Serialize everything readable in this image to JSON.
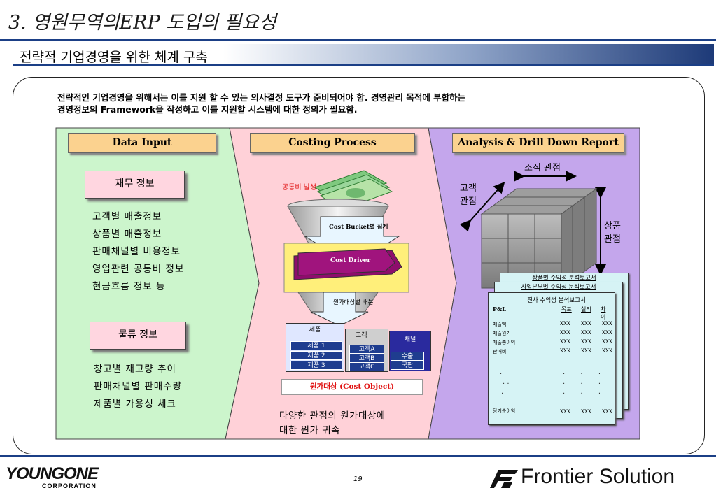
{
  "page_title": "3. 영원무역의ERP 도입의 필요성",
  "section_title": "전략적 기업경영을 위한 체계 구축",
  "intro_line1": "전략적인 기업경영을 위해서는 이를 지원 할 수 있는 의사결정 도구가 준비되어야 함.  경영관리 목적에 부합하는",
  "intro_line2": "경영정보의 Framework을 작성하고 이를 지원할 시스템에 대한 정의가 필요함.",
  "data_input": {
    "header": "Data Input",
    "financial": {
      "label": "재무 정보",
      "items": [
        "고객별 매출정보",
        "상품별 매출정보",
        "판매채널별 비용정보",
        "영업관련 공통비 정보",
        "현금흐름 정보 등"
      ]
    },
    "logistics": {
      "label": "물류 정보",
      "items": [
        "창고별 재고량 추이",
        "판매채널별 판매수량",
        "제품별 가용성 체크"
      ]
    }
  },
  "costing": {
    "header": "Costing Process",
    "common_cost": "공통비 발생",
    "bucket": "Cost Bucket별 집계",
    "driver": "Cost Driver",
    "allocation": "원가대상별 배분",
    "tab_product": "제품",
    "tab_customer": "고객",
    "tab_channel": "채널",
    "products": [
      "제품 1",
      "제품 2",
      "제품 3"
    ],
    "customers": [
      "고객A",
      "고객B",
      "고객C"
    ],
    "channels": [
      "수출",
      "국판"
    ],
    "cost_object": "원가대상  (Cost Object)",
    "caption_line1": "다양한 관점의 원가대상에",
    "caption_line2": "대한  원가 귀속"
  },
  "analysis": {
    "header": "Analysis & Drill Down Report",
    "org_view": "조직 관점",
    "cust_view_1": "고객",
    "cust_view_2": "관점",
    "prod_view_1": "상품",
    "prod_view_2": "관점",
    "report_back": "상품별 수익성 분석보고서",
    "report_mid": "사업본부별 수익성 분석보고서",
    "report_front": "전사 수익성 분석보고서",
    "pl": "P&L",
    "col_target": "목표",
    "col_actual": "실적",
    "col_diff": "차이",
    "rows": [
      "매출액",
      "매출원가",
      "매출총이익",
      "판매비"
    ],
    "cell": "XXX",
    "net_income": "당기순이익"
  },
  "footer": {
    "logo_left": "YOUNGONE",
    "logo_left_sub": "CORPORATION",
    "page_number": "19",
    "logo_right": "Frontier  Solution"
  },
  "colors": {
    "navy": "#1b3f86",
    "green_panel": "#ccf5cc",
    "pink_panel": "#ffd1d8",
    "purple_panel": "#c4a6ec",
    "header_peach": "#fbd28f",
    "tab_blue": "#1f3d8f",
    "magenta": "#8e0d6c"
  }
}
